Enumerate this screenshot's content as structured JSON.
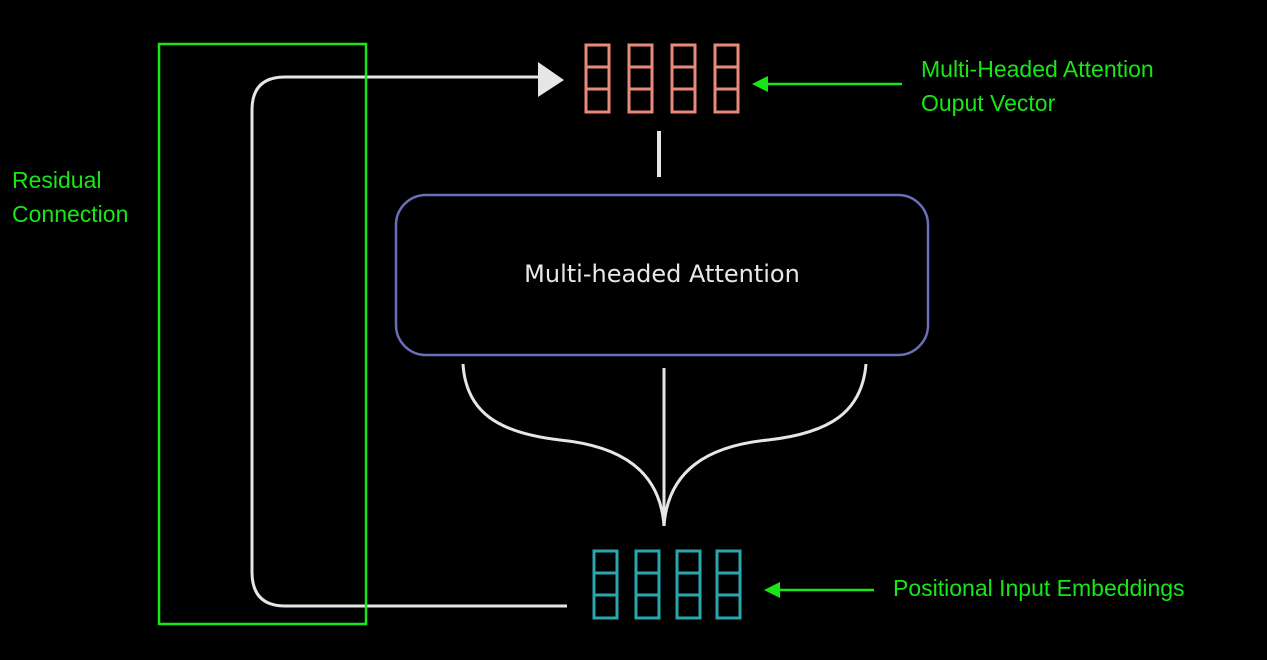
{
  "annotations": {
    "residual": [
      "Residual",
      "Connection"
    ],
    "mha_output": [
      "Multi-Headed Attention",
      "Ouput Vector"
    ],
    "positional": "Positional Input Embeddings"
  },
  "block": {
    "label": "Multi-headed Attention"
  },
  "vectors": {
    "output": {
      "columns": 4,
      "cells_per_column": 3
    },
    "input": {
      "columns": 4,
      "cells_per_column": 3
    }
  },
  "colors": {
    "background": "#000000",
    "annotation_green": "#19e619",
    "flow_line": "#e6e6e6",
    "block_border": "#6a6fb8",
    "output_vector": "#e8897a",
    "input_vector": "#2aa6ad"
  }
}
